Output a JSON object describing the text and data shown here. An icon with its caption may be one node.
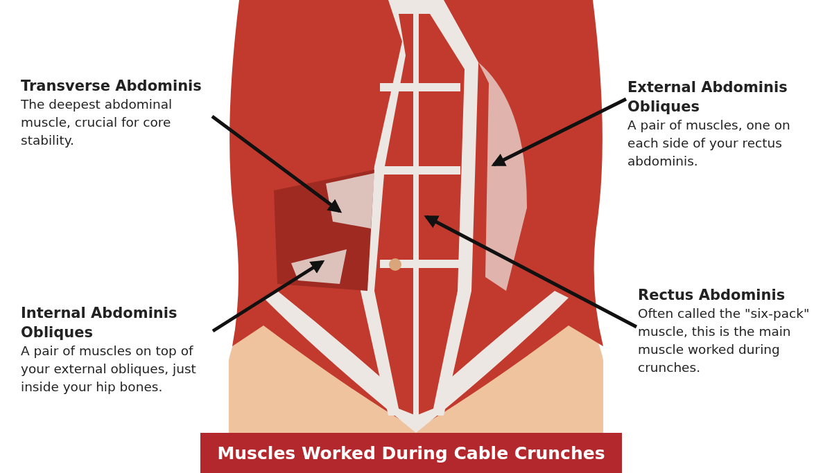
{
  "diagram": {
    "title": "Muscles Worked During Cable Crunches",
    "nodes": [
      {
        "text": [
          "Transverse Abdominis",
          "The deepest abdominal muscle, crucial for core stability."
        ]
      },
      {
        "text": [
          "External Abdominis Obliques",
          "A pair of muscles, one on each side of your rectus abdominis."
        ]
      },
      {
        "text": [
          "Internal Abdominis Obliques",
          "A pair of muscles on top of your external obliques, just inside your hip bones."
        ]
      },
      {
        "text": [
          "Rectus Abdominis",
          "Often called the \"six-pack\" muscle, this is the main muscle worked during crunches."
        ]
      }
    ],
    "edges": [
      {
        "from": 0,
        "to": null,
        "arrow": "to"
      },
      {
        "from": 1,
        "to": null,
        "arrow": "to"
      },
      {
        "from": 2,
        "to": null,
        "arrow": "to"
      },
      {
        "from": 3,
        "to": null,
        "arrow": "to"
      }
    ]
  }
}
